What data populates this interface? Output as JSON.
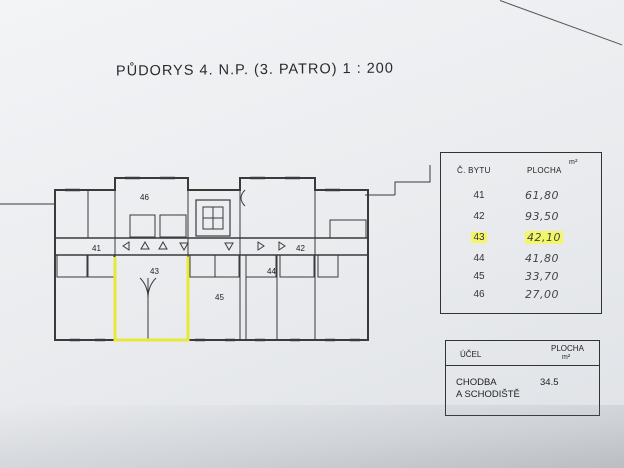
{
  "title": "PŮDORYS 4. N.P. (3. PATRO) 1 : 200",
  "plan_labels": {
    "u41": "41",
    "u42": "42",
    "u43": "43",
    "u44": "44",
    "u45": "45",
    "u46": "46"
  },
  "apartments_table": {
    "col_number": "Č. BYTU",
    "col_area": "PLOCHA",
    "area_unit": "m²",
    "rows": [
      {
        "number": "41",
        "area": "61,80"
      },
      {
        "number": "42",
        "area": "93,50"
      },
      {
        "number": "43",
        "area": "42,10"
      },
      {
        "number": "44",
        "area": "41,80"
      },
      {
        "number": "45",
        "area": "33,70"
      },
      {
        "number": "46",
        "area": "27,00"
      }
    ],
    "highlighted_row": "43"
  },
  "purpose_table": {
    "col_purpose": "ÚČEL",
    "col_area": "PLOCHA",
    "area_unit": "m²",
    "purpose_line1": "CHODBA",
    "purpose_line2": "A SCHODIŠTĚ",
    "area": "34.5"
  },
  "colors": {
    "highlight": "#f4f66a",
    "unit43_outline": "#e6e83a",
    "ink": "#2a2a2a"
  }
}
